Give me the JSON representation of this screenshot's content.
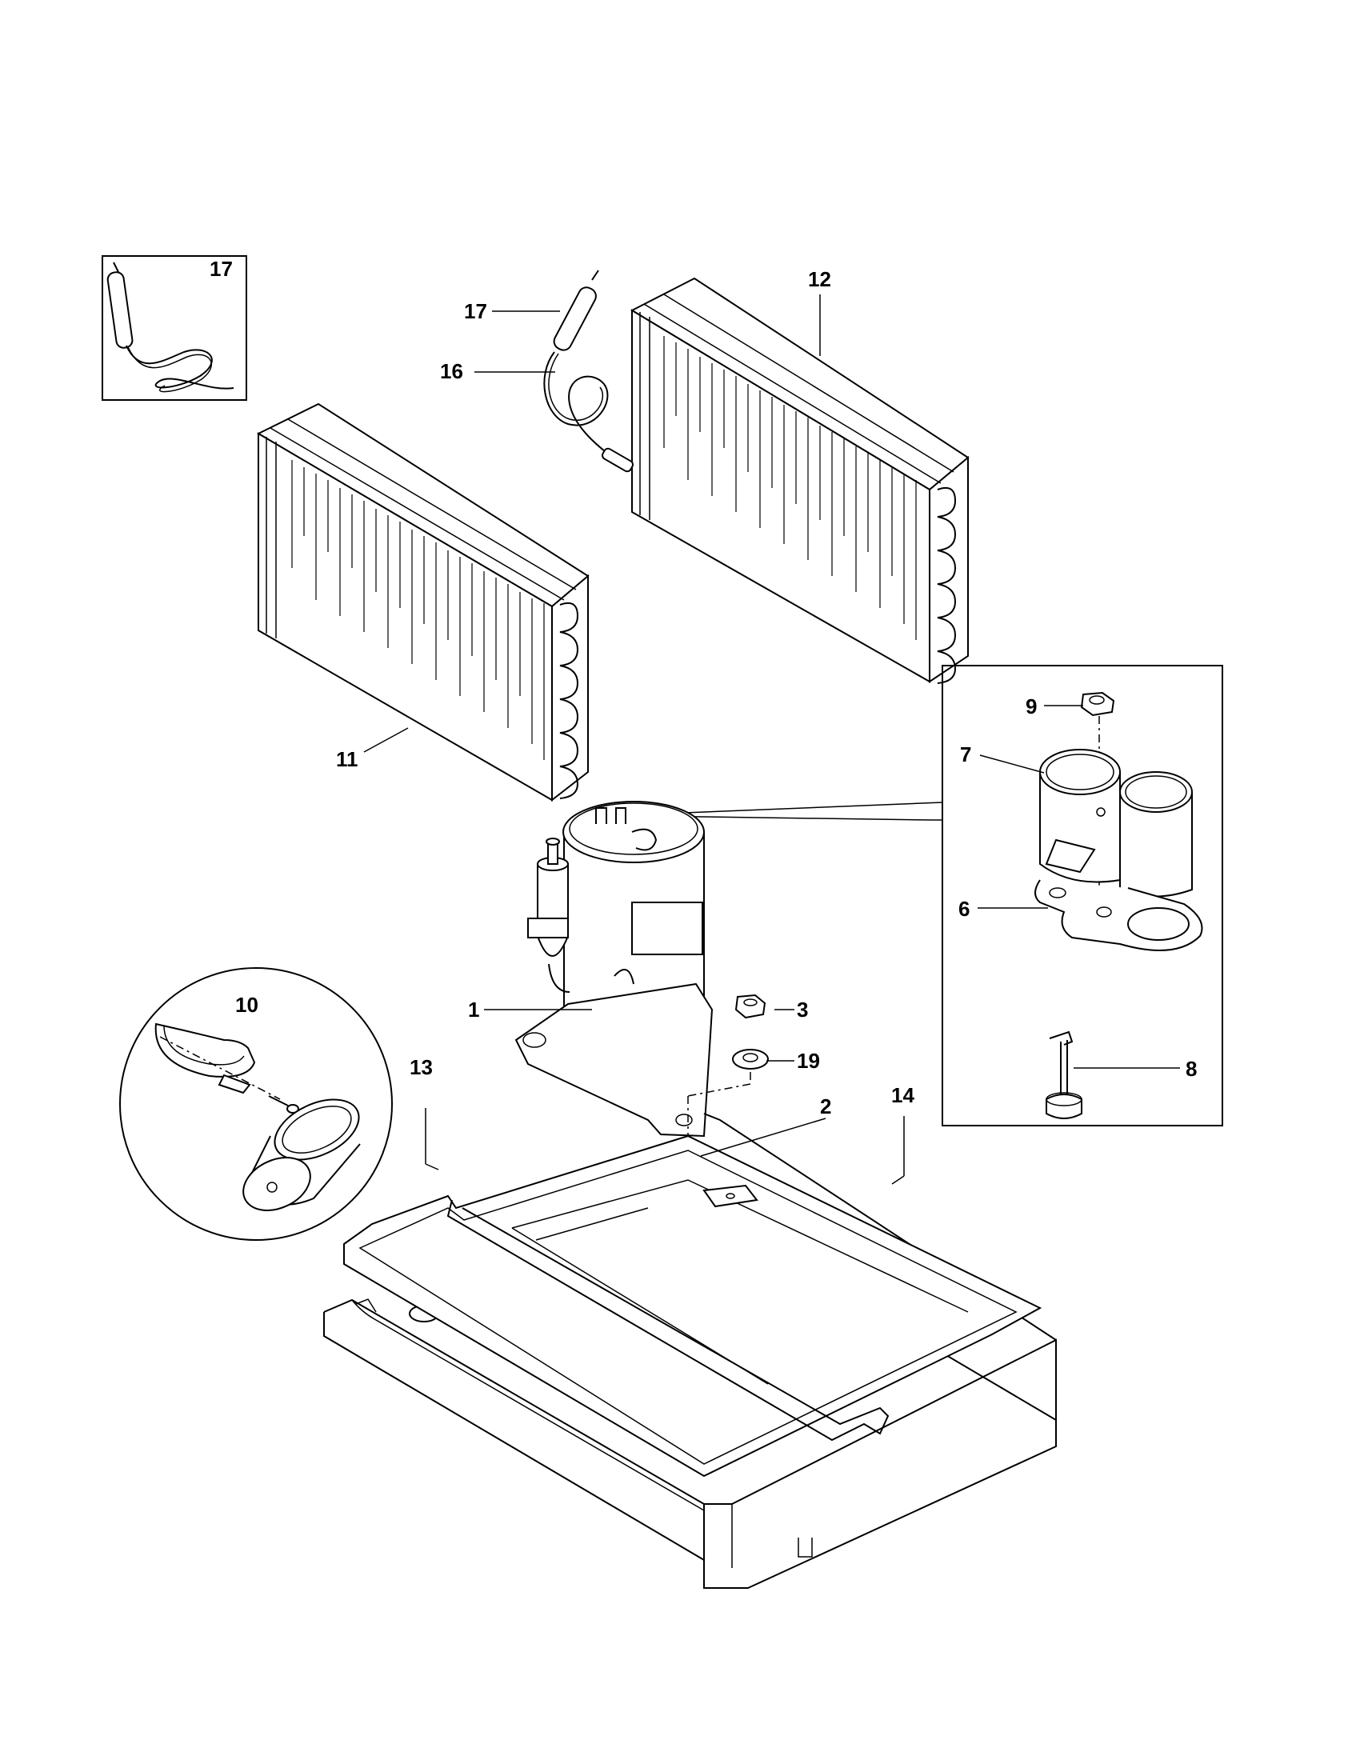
{
  "callouts": {
    "c1": "1",
    "c2": "2",
    "c3": "3",
    "c6": "6",
    "c7": "7",
    "c8": "8",
    "c9": "9",
    "c10": "10",
    "c11": "11",
    "c12": "12",
    "c13": "13",
    "c14": "14",
    "c16": "16",
    "c17_inset": "17",
    "c17": "17",
    "c19": "19"
  }
}
